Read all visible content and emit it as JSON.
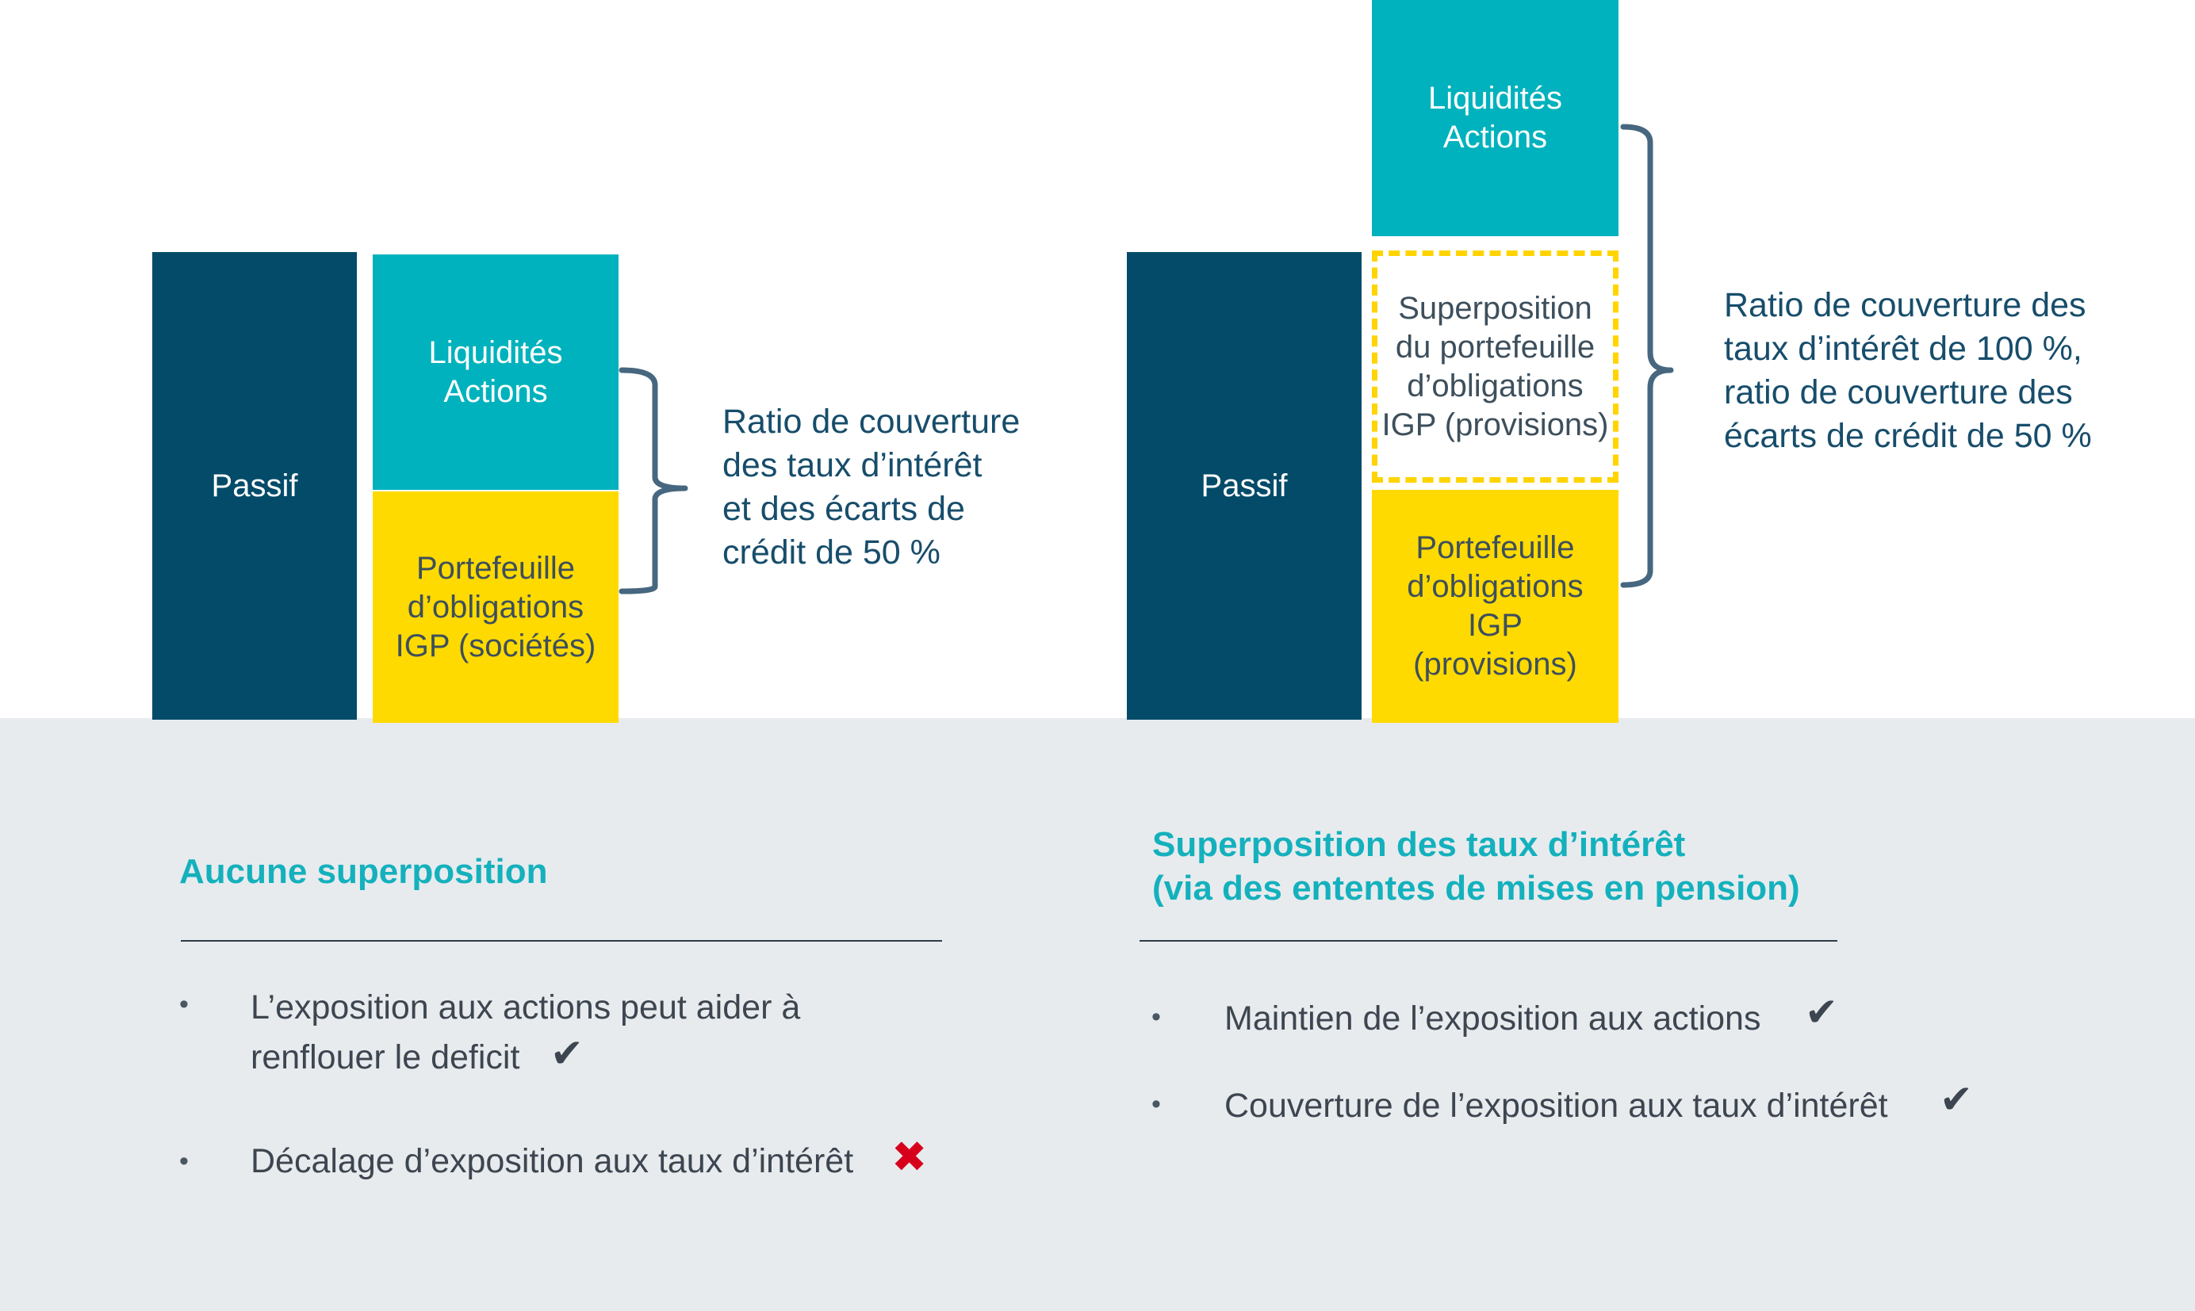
{
  "left": {
    "passif_label": "Passif",
    "top_block": "Liquidités\nActions",
    "bottom_block": "Portefeuille\nd’obligations\nIGP (sociétés)",
    "ratio_text": "Ratio de couverture\ndes taux d’intérêt\net des écarts de\ncrédit de 50 %",
    "heading": "Aucune superposition",
    "bullets": [
      {
        "text": "L’exposition aux actions peut aider à\nrenflouer le deficit",
        "mark": "✔"
      },
      {
        "text": "Décalage d’exposition aux taux d’intérêt",
        "mark": "✖"
      }
    ]
  },
  "right": {
    "passif_label": "Passif",
    "top_block": "Liquidités\nActions",
    "overlay_block": "Superposition\ndu portefeuille\nd’obligations\nIGP (provisions)",
    "bottom_block": "Portefeuille\nd’obligations\nIGP\n(provisions)",
    "ratio_text": "Ratio de couverture des\ntaux d’intérêt de 100 %,\nratio de couverture des\nécarts de crédit de 50 %",
    "heading": "Superposition des taux d’intérêt\n(via des ententes de mises en pension)",
    "bullets": [
      {
        "text": "Maintien de l’exposition aux actions",
        "mark": "✔"
      },
      {
        "text": "Couverture de l’exposition aux taux d’intérêt",
        "mark": "✔"
      }
    ]
  },
  "bullet_symbol": "•",
  "colors": {
    "navy": "#034b69",
    "teal": "#00b2bd",
    "yellow": "#ffda00",
    "heading_teal": "#14b1bd",
    "grey_band": "#e8ebee",
    "cross_red": "#d6001c"
  }
}
